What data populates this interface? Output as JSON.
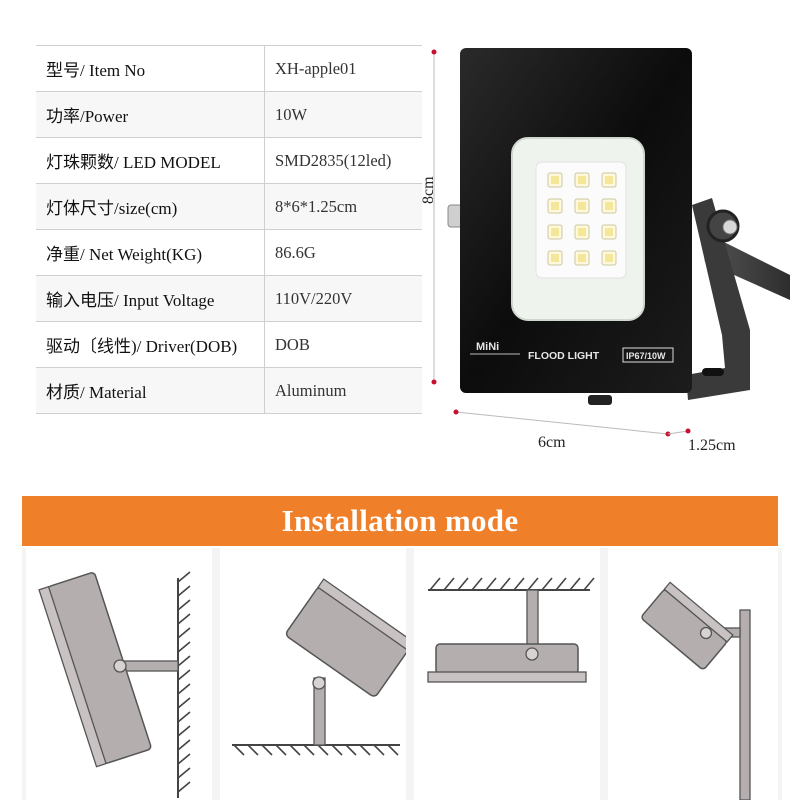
{
  "specs": [
    {
      "key": "型号/ Item No",
      "value": "XH-apple01"
    },
    {
      "key": "功率/Power",
      "value": "10W"
    },
    {
      "key": "灯珠颗数/ LED MODEL",
      "value": "SMD2835(12led)"
    },
    {
      "key": "灯体尺寸/size(cm)",
      "value": "8*6*1.25cm"
    },
    {
      "key": "净重/ Net Weight(KG)",
      "value": "86.6G"
    },
    {
      "key": "输入电压/ Input Voltage",
      "value": "110V/220V"
    },
    {
      "key": "驱动〔线性)/ Driver(DOB)",
      "value": "DOB"
    },
    {
      "key": "材质/ Material",
      "value": "Aluminum"
    }
  ],
  "product": {
    "brand_label": "MiNi",
    "model_label": "FLOOD LIGHT",
    "rating_label": "IP67/10W",
    "height_label": "8cm",
    "width_label": "6cm",
    "depth_label": "1.25cm"
  },
  "installation": {
    "title": "Installation mode",
    "modes": [
      "wall-mount",
      "ground-mount",
      "ceiling-mount",
      "pole-mount"
    ]
  },
  "colors": {
    "banner": "#f07f2a",
    "dimension_marker": "#c8102e",
    "housing": "#111111",
    "diagram_fill": "#b4aeae"
  }
}
